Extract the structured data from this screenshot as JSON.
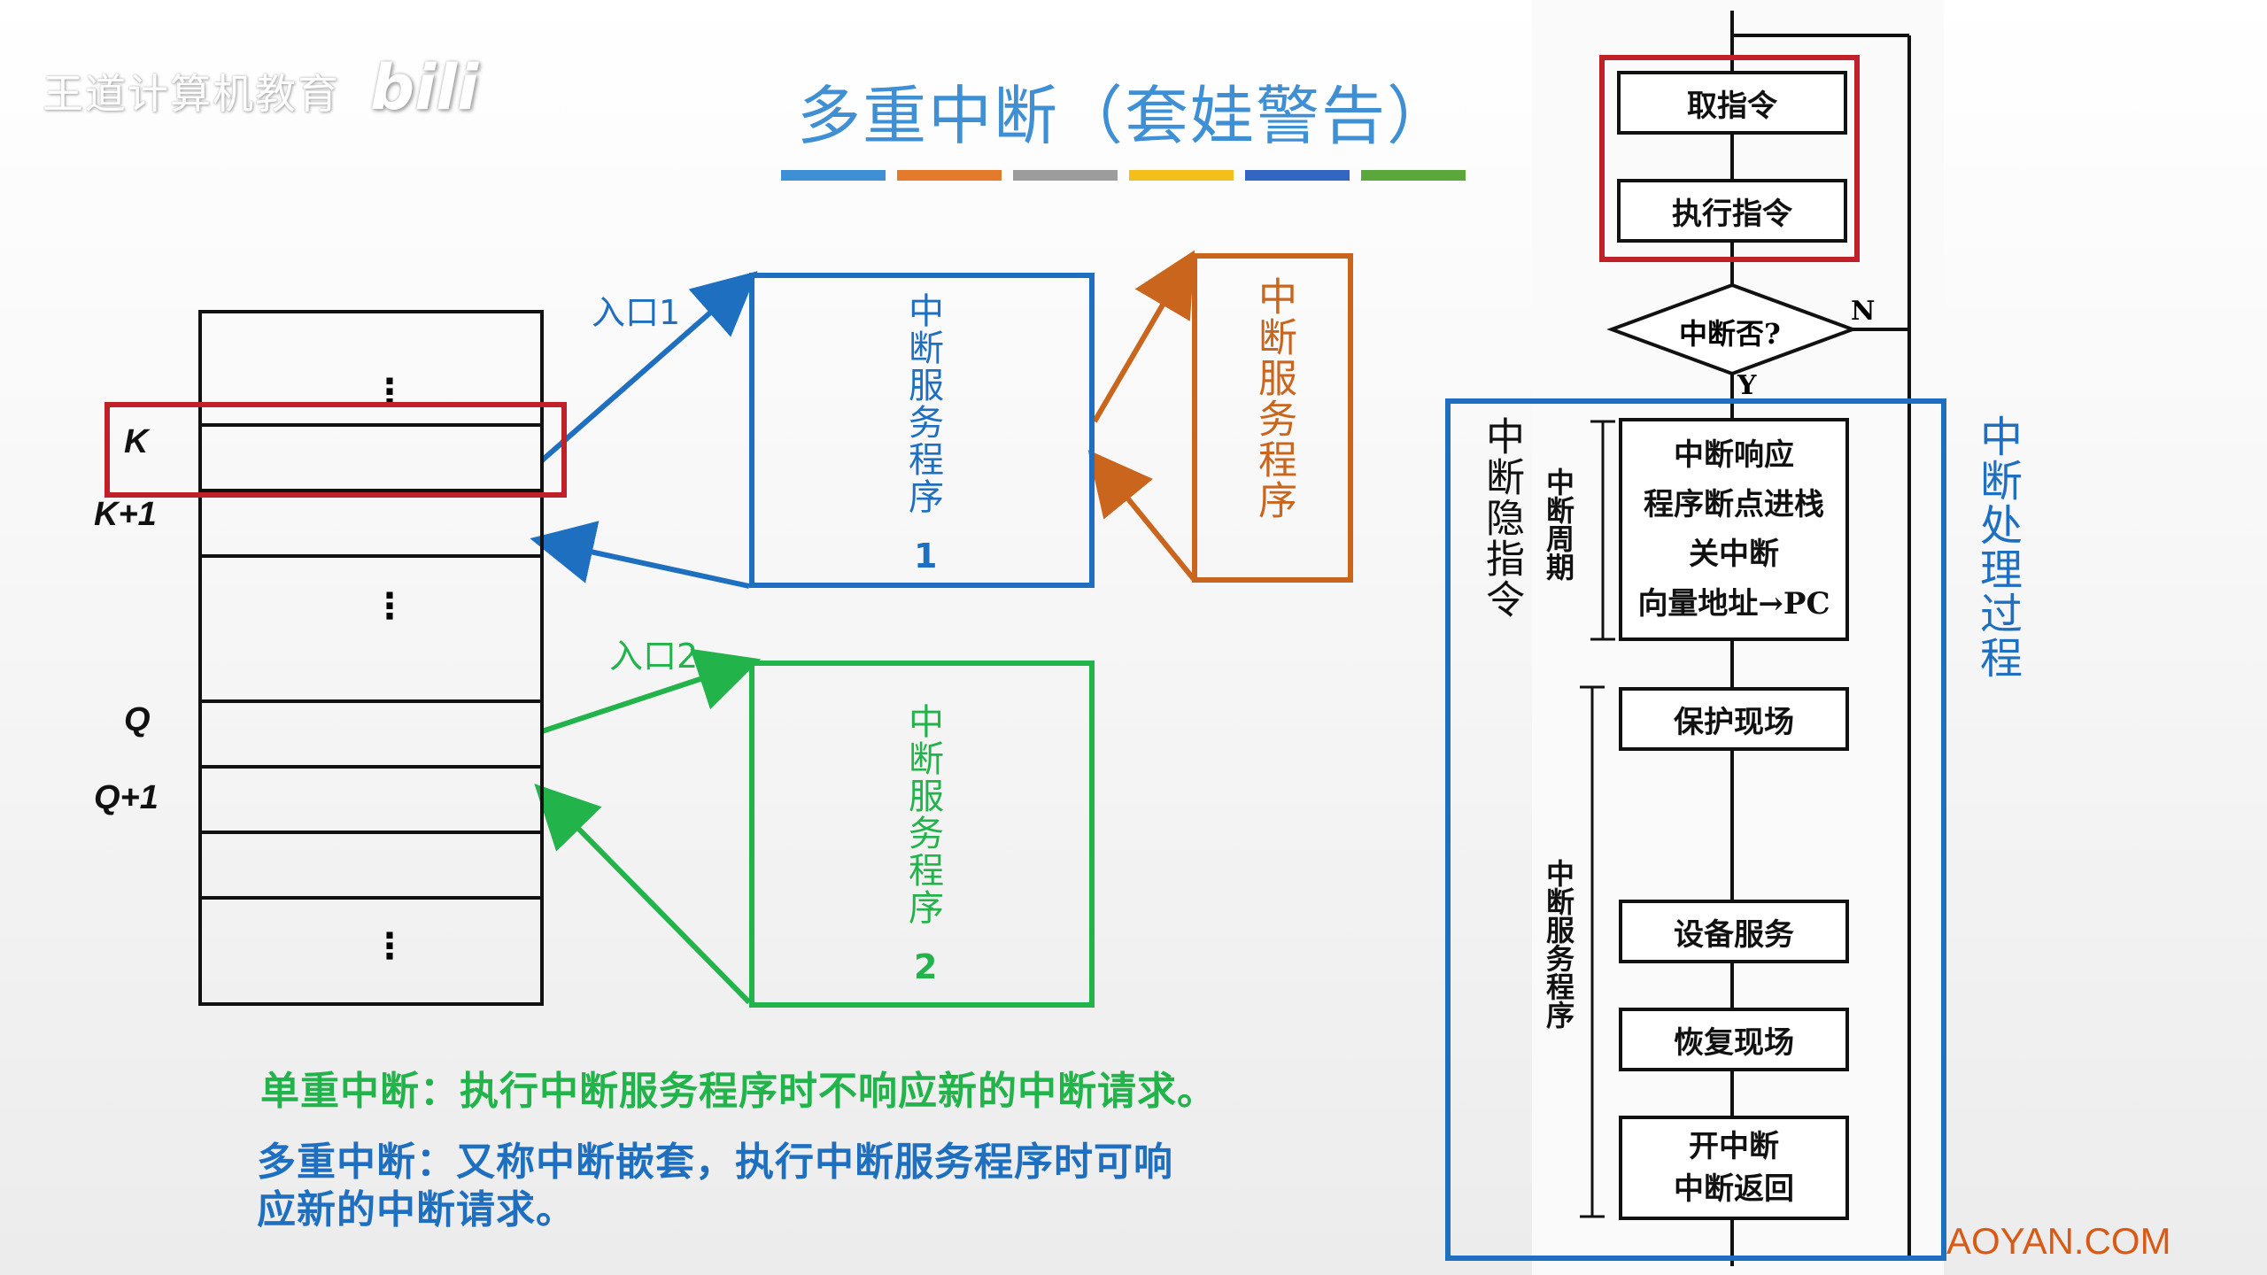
{
  "brand": {
    "logo_text": "王道计算机教育",
    "logo_mark": "bili"
  },
  "title": "多重中断（套娃警告）",
  "title_bar_colors": [
    "#3e8fd4",
    "#e47a2b",
    "#9c9c9c",
    "#f4bf1b",
    "#3366c2",
    "#5aa83b"
  ],
  "stack": {
    "labels": {
      "k": "K",
      "k1": "K+1",
      "q": "Q",
      "q1": "Q+1"
    },
    "ellipsis": "⋮"
  },
  "entries": {
    "entry1": "入口1",
    "entry2": "入口2"
  },
  "isr1": {
    "text": "中断服务程序",
    "num": "1",
    "color": "#1f6fc0"
  },
  "isr_orange": {
    "text": "中断服务程序",
    "color": "#c9651c"
  },
  "isr2": {
    "text": "中断服务程序",
    "num": "2",
    "color": "#22b34b"
  },
  "notes": {
    "single": "单重中断：执行中断服务程序时不响应新的中断请求。",
    "multi_line1": "多重中断：又称中断嵌套，执行中断服务程序时可响",
    "multi_line2": "应新的中断请求。"
  },
  "flow": {
    "fetch": "取指令",
    "execute": "执行指令",
    "decision": "中断否?",
    "n_label": "N",
    "y_label": "Y",
    "response": [
      "中断响应",
      "程序断点进栈",
      "关中断",
      "向量地址→PC"
    ],
    "save": "保护现场",
    "device": "设备服务",
    "restore": "恢复现场",
    "end": [
      "开中断",
      "中断返回"
    ],
    "cycle_label": "中断周期",
    "service_label": "中断服务程序",
    "implicit_label": "中断隐指令",
    "process_label": "中断处理过程"
  },
  "colors": {
    "red": "#c0202a",
    "blue": "#1f6fc0",
    "green": "#22b34b",
    "orange": "#c9651c"
  },
  "watermark": "AOYAN.COM"
}
